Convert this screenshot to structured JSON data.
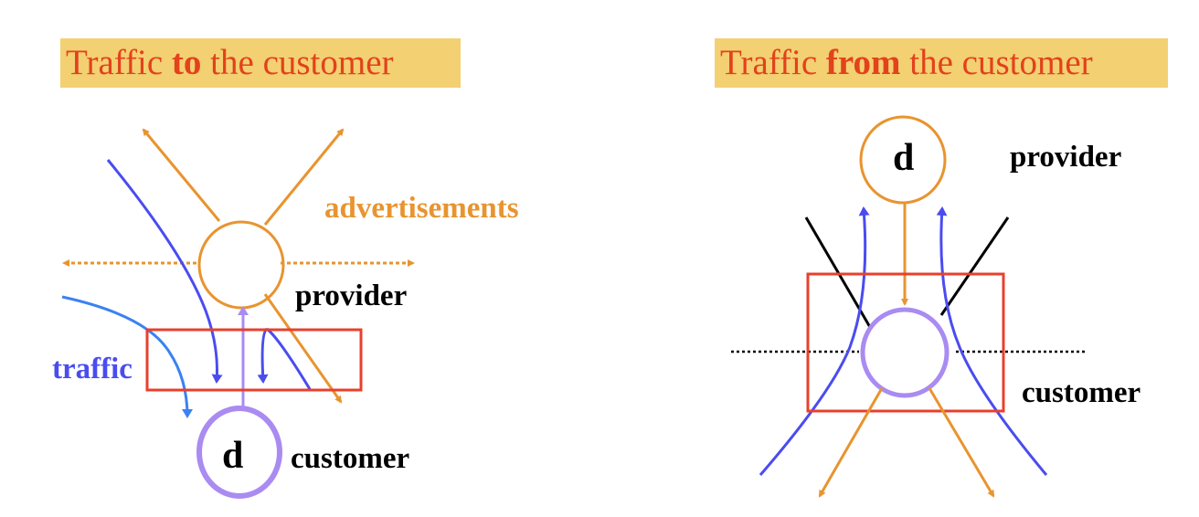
{
  "left": {
    "title_pre": "Traffic ",
    "title_bold": "to",
    "title_post": " the customer",
    "labels": {
      "advertisements": "advertisements",
      "provider": "provider",
      "customer": "customer",
      "traffic": "traffic",
      "node": "d"
    }
  },
  "right": {
    "title_pre": "Traffic ",
    "title_bold": "from",
    "title_post": " the customer",
    "labels": {
      "provider": "provider",
      "customer": "customer",
      "node": "d"
    }
  },
  "colors": {
    "orange": "#E8942F",
    "blue": "#4A4CF0",
    "light_blue": "#3A82F2",
    "purple": "#A98BF2",
    "red": "#E8402C",
    "title_bg": "#F3D072",
    "title_text": "#E2421C"
  }
}
